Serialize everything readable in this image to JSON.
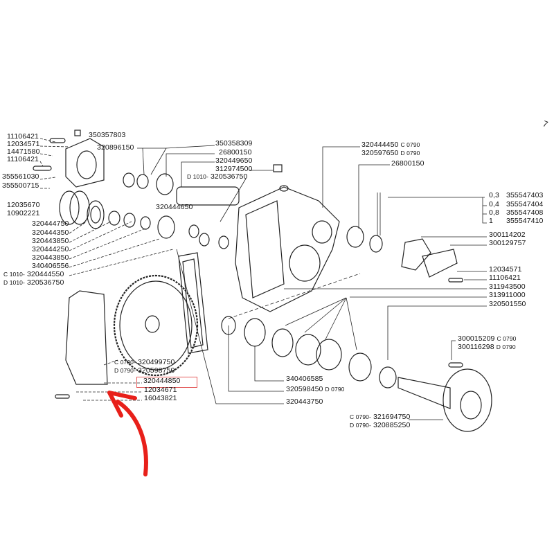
{
  "diagram": {
    "corner_mark": "7",
    "highlight_color": "#e35a5a",
    "arrow_color": "#e8201a",
    "highlighted_part": "320444850",
    "left_labels": [
      "11106421",
      "12034571",
      "14471580",
      "11106421",
      "355561030",
      "355500715",
      "12035670",
      "10902221",
      "320444750",
      "320444350",
      "320443850",
      "320444250",
      "320443850",
      "340406556"
    ],
    "left_variant": [
      {
        "prefix": "C 1010-",
        "part": "320444550"
      },
      {
        "prefix": "D 1010-",
        "part": "320536750"
      }
    ],
    "flange_labels": [
      "350357803",
      "320896150"
    ],
    "top_labels": [
      "350358309",
      "26800150",
      "320449650",
      "312974500"
    ],
    "top_variant": {
      "prefix": "D 1010-",
      "part": "320536750"
    },
    "pinion_label": "320444650",
    "housing_labels": [
      {
        "part": "320444450",
        "suffix": "C 0790"
      },
      {
        "part": "320597650",
        "suffix": "D 0790"
      }
    ],
    "bearing_label": "26800150",
    "shims": [
      {
        "thickness": "0,3",
        "part": "355547403"
      },
      {
        "thickness": "0,4",
        "part": "355547404"
      },
      {
        "thickness": "0,8",
        "part": "355547408"
      },
      {
        "thickness": "1",
        "part": "355547410"
      }
    ],
    "cover_labels": [
      "300114202",
      "300129757"
    ],
    "right_labels": [
      "12034571",
      "11106421",
      "311943500",
      "313911000",
      "320501550"
    ],
    "bolt_labels": [
      {
        "part": "300015209",
        "suffix": "C 0790"
      },
      {
        "part": "300116298",
        "suffix": "D 0790"
      }
    ],
    "shaft_labels": [
      {
        "prefix": "C 0790-",
        "part": "321694750"
      },
      {
        "prefix": "D 0790-",
        "part": "320885250"
      }
    ],
    "gear_labels": [
      {
        "prefix": "C 0790-",
        "part": "320499750"
      },
      {
        "prefix": "D 0790-",
        "part": "320598750"
      }
    ],
    "cover_bottom_labels": [
      "320444850",
      "12034671",
      "16043821"
    ],
    "bottom_mid_labels": [
      {
        "part": "340406585",
        "suffix": ""
      },
      {
        "part": "320598450",
        "suffix": "D 0790"
      },
      {
        "part": "320443750",
        "suffix": ""
      }
    ]
  }
}
